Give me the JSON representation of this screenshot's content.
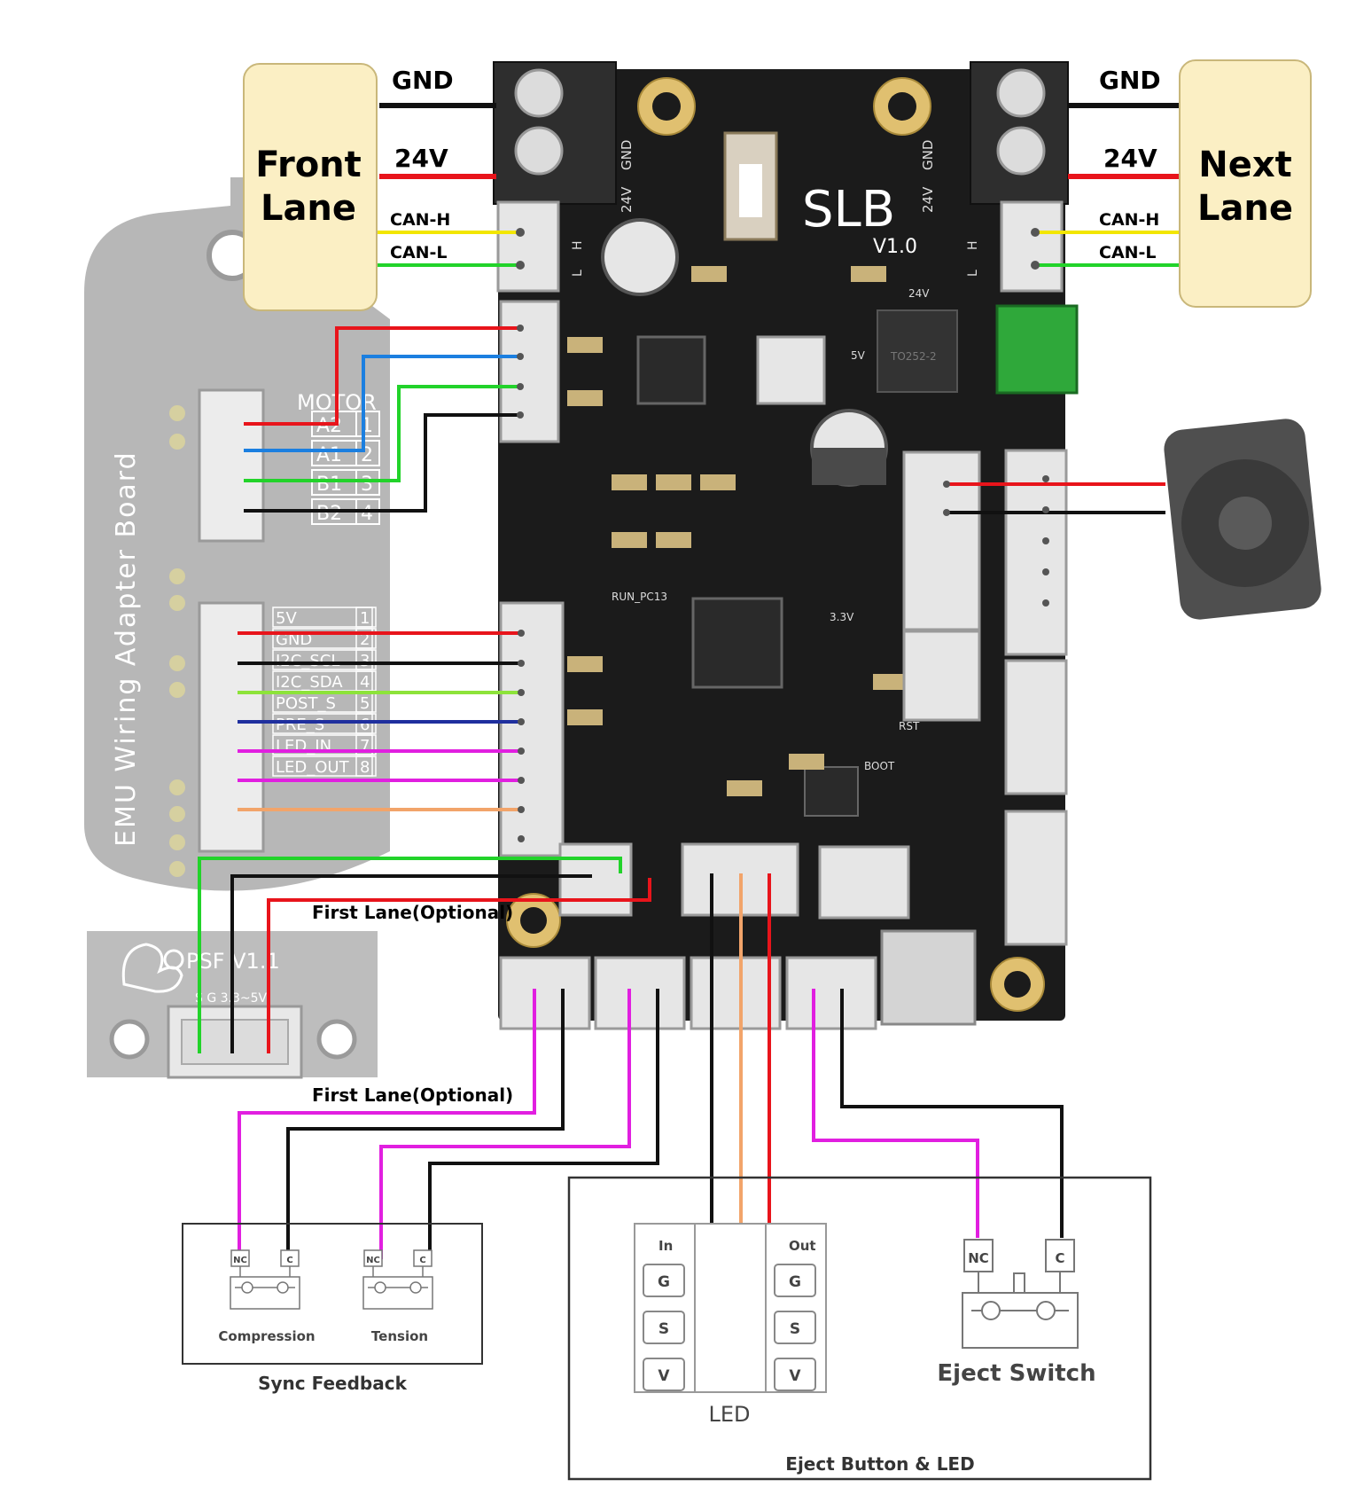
{
  "colors": {
    "red": "#e8141b",
    "black": "#111111",
    "yellow": "#f2e600",
    "green": "#22d32a",
    "blue": "#1b7fe0",
    "lime": "#8de33a",
    "navy": "#1f2f9e",
    "magenta": "#e11fe0",
    "orange": "#f2a46a",
    "board": "#1d1d1d",
    "adapter": "#b3b3b3",
    "panel": "#fbefc4"
  },
  "front_lane": {
    "title_line1": "Front",
    "title_line2": "Lane",
    "gnd": "GND",
    "v24": "24V",
    "canh": "CAN-H",
    "canl": "CAN-L"
  },
  "next_lane": {
    "title_line1": "Next",
    "title_line2": "Lane",
    "gnd": "GND",
    "v24": "24V",
    "canh": "CAN-H",
    "canl": "CAN-L"
  },
  "slb_board": {
    "name": "SLB",
    "version": "V1.0",
    "silk": {
      "v24": "24V",
      "gnd": "GND",
      "h": "H",
      "l": "L",
      "reg": "TO252-2",
      "v5": "5V",
      "v24b": "24V",
      "run": "RUN_PC13",
      "v33": "3.3V",
      "rst": "RST",
      "boot": "BOOT"
    }
  },
  "emu_adapter": {
    "label": "EMU  Wiring  Adapter  Board",
    "motor_title": "MOTOR",
    "motor_pins": [
      {
        "name": "A2",
        "num": "1"
      },
      {
        "name": "A1",
        "num": "2"
      },
      {
        "name": "B1",
        "num": "3"
      },
      {
        "name": "B2",
        "num": "4"
      }
    ],
    "sensor_pins": [
      {
        "name": "5V",
        "num": "1"
      },
      {
        "name": "GND",
        "num": "2"
      },
      {
        "name": "I2C_SCL",
        "num": "3"
      },
      {
        "name": "I2C_SDA",
        "num": "4"
      },
      {
        "name": "POST_S",
        "num": "5"
      },
      {
        "name": "PRE_S",
        "num": "6"
      },
      {
        "name": "LED_IN",
        "num": "7"
      },
      {
        "name": "LED_OUT",
        "num": "8"
      }
    ]
  },
  "psf_board": {
    "name": "PSF  V1.1",
    "pins": "S  G  3.3~5V"
  },
  "optional_labels": {
    "top": "First Lane(Optional)",
    "bottom": "First Lane(Optional)"
  },
  "sync_feedback": {
    "title": "Sync Feedback",
    "switches": [
      {
        "label": "Compression",
        "nc": "NC",
        "c": "C"
      },
      {
        "label": "Tension",
        "nc": "NC",
        "c": "C"
      }
    ]
  },
  "eject_panel": {
    "title": "Eject Button & LED",
    "led": {
      "label": "LED",
      "in": "In",
      "out": "Out",
      "pins": [
        "G",
        "S",
        "V"
      ]
    },
    "switch": {
      "label": "Eject Switch",
      "nc": "NC",
      "c": "C"
    }
  }
}
